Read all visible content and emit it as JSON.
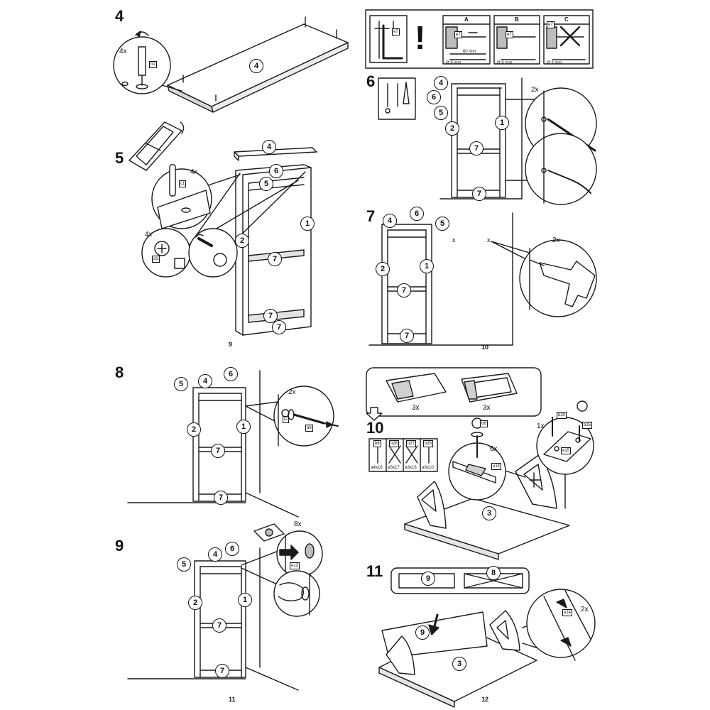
{
  "steps": {
    "s4": "4",
    "s5": "5",
    "s6": "6",
    "s7": "7",
    "s8": "8",
    "s9": "9",
    "s10": "10",
    "s11": "11"
  },
  "page_numbers": {
    "p9": "9",
    "p10": "10",
    "p11": "11",
    "p12": "12"
  },
  "part_numbers": {
    "p1": "1",
    "p2": "2",
    "p3": "3",
    "p4": "4",
    "p5": "5",
    "p6": "6",
    "p7": "7",
    "p8": "8",
    "p9": "9"
  },
  "quantities": {
    "q1x": "1x",
    "q2x": "2x",
    "q3x": "3x",
    "q4x": "4x",
    "q6x": "6x",
    "q8x": "8x"
  },
  "hardware_codes": {
    "b1": "b1",
    "c1": "c1",
    "d1": "d1",
    "e7": "e7",
    "b9": "b9",
    "f2": "f2",
    "e13": "e13",
    "b6": "b6",
    "b26": "b26",
    "b27": "b27",
    "b28": "b28",
    "b25": "b25",
    "b20": "b20",
    "e15": "e15",
    "e14": "e14"
  },
  "wall_panel": {
    "option_a": "A",
    "option_b": "B",
    "option_c": "C",
    "dim_60mm": "60 mm",
    "drill_8mm": "Ø 8 mm",
    "drill_6mm": "Ø 6 mm",
    "drill_3mm": "Ø 3 mm",
    "exclaim": "!"
  },
  "screw_sizes": {
    "b6": "ø4x16",
    "b26": "ø3x17",
    "b27": "ø3x16",
    "b28": "ø3x10"
  },
  "drill_marks": {
    "x": "x"
  },
  "colors": {
    "line": "#1a1a1a",
    "paper": "#ffffff",
    "shade": "#bdbdbd"
  }
}
